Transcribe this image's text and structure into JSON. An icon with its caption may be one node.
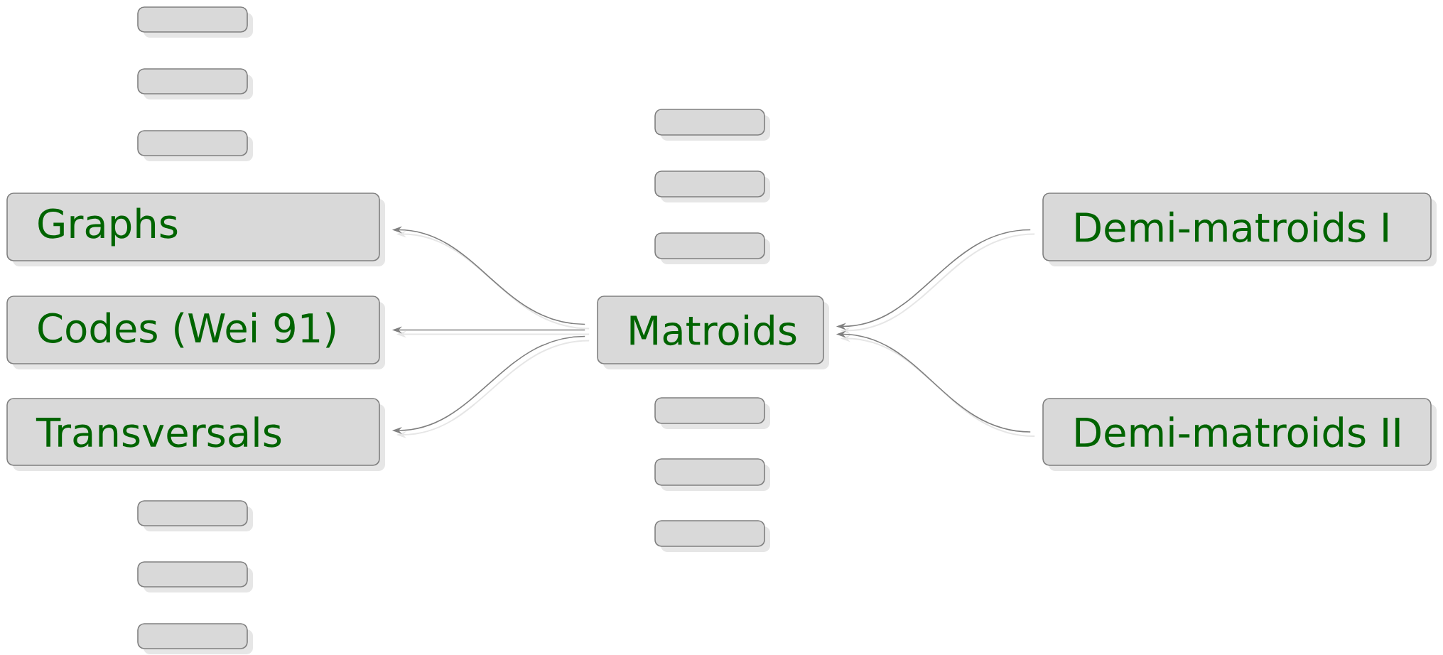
{
  "diagram": {
    "nodes": [
      {
        "text": [],
        "shape": "box"
      },
      {
        "text": [],
        "shape": "box"
      },
      {
        "text": [],
        "shape": "box"
      },
      {
        "text": [
          "Graphs"
        ]
      },
      {
        "text": [
          "Codes (Wei 91)"
        ]
      },
      {
        "text": [
          "Transversals"
        ]
      },
      {
        "text": [],
        "shape": "box"
      },
      {
        "text": [],
        "shape": "box"
      },
      {
        "text": [],
        "shape": "box"
      },
      {
        "text": [],
        "shape": "box"
      },
      {
        "text": [],
        "shape": "box"
      },
      {
        "text": [],
        "shape": "box"
      },
      {
        "text": [
          "Matroids"
        ]
      },
      {
        "text": [],
        "shape": "box"
      },
      {
        "text": [],
        "shape": "box"
      },
      {
        "text": [],
        "shape": "box"
      },
      {
        "text": [
          "Demi-matroids I"
        ]
      },
      {
        "text": [
          "Demi-matroids II"
        ]
      }
    ],
    "edges": [
      {
        "from": 12,
        "to": 3,
        "arrow": "to"
      },
      {
        "from": 12,
        "to": 4,
        "arrow": "to"
      },
      {
        "from": 12,
        "to": 5,
        "arrow": "to"
      },
      {
        "from": 16,
        "to": 12,
        "arrow": "to"
      },
      {
        "from": 17,
        "to": 12,
        "arrow": "to"
      }
    ]
  }
}
